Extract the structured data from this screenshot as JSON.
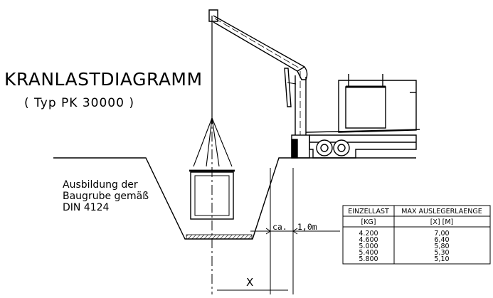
{
  "title": "KRANLASTDIAGRAMM",
  "subtitle": "( Typ  PK  30000 )",
  "pit_note": {
    "line1": "Ausbildung  der",
    "line2": "Baugrube  gemäß",
    "line3": "DIN  4124"
  },
  "dimension": {
    "label_ca": "ca.",
    "label_value": "1,0m"
  },
  "x_label": "X",
  "table": {
    "headers": [
      "EINZELLAST",
      "MAX  AUSLEGERLAENGE"
    ],
    "units": [
      "[KG]",
      "[X]  [M]"
    ],
    "rows": [
      [
        "4.200",
        "7,00"
      ],
      [
        "4.600",
        "6,40"
      ],
      [
        "5.000",
        "5,80"
      ],
      [
        "5.400",
        "5,30"
      ],
      [
        "5.800",
        "5,10"
      ]
    ]
  }
}
